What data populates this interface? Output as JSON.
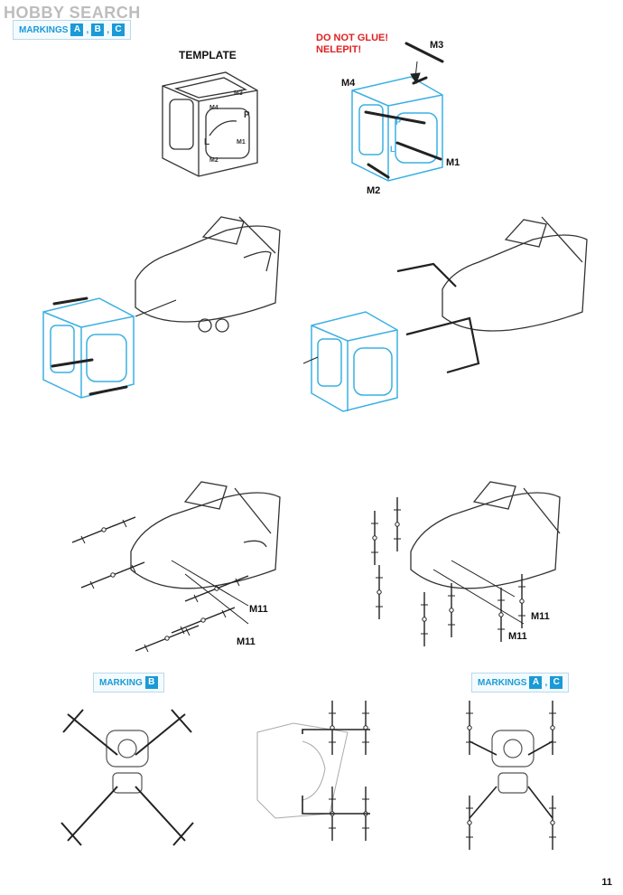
{
  "watermark": "HOBBY SEARCH",
  "header": {
    "markings_label": "MARKINGS",
    "badges": [
      "A",
      "B",
      "C"
    ],
    "separators": [
      ",",
      ","
    ]
  },
  "step1": {
    "template_title": "TEMPLATE",
    "warning_line1": "DO NOT GLUE!",
    "warning_line2": "NELEPIT!",
    "template_letters": [
      "M4",
      "M3",
      "L",
      "P",
      "M1",
      "M2"
    ],
    "parts": [
      "M3",
      "M4",
      "M1",
      "M2"
    ]
  },
  "step3": {
    "parts_left": [
      "M11",
      "M11"
    ],
    "parts_right": [
      "M11",
      "M11"
    ]
  },
  "bottom": {
    "left_marking_label": "MARKING",
    "left_badge": "B",
    "right_marking_label": "MARKINGS",
    "right_badges": [
      "A",
      "C"
    ],
    "right_separator": ","
  },
  "page_number": "11",
  "colors": {
    "accent": "#1a9ad6",
    "warning": "#e02020",
    "line": "#222222"
  }
}
